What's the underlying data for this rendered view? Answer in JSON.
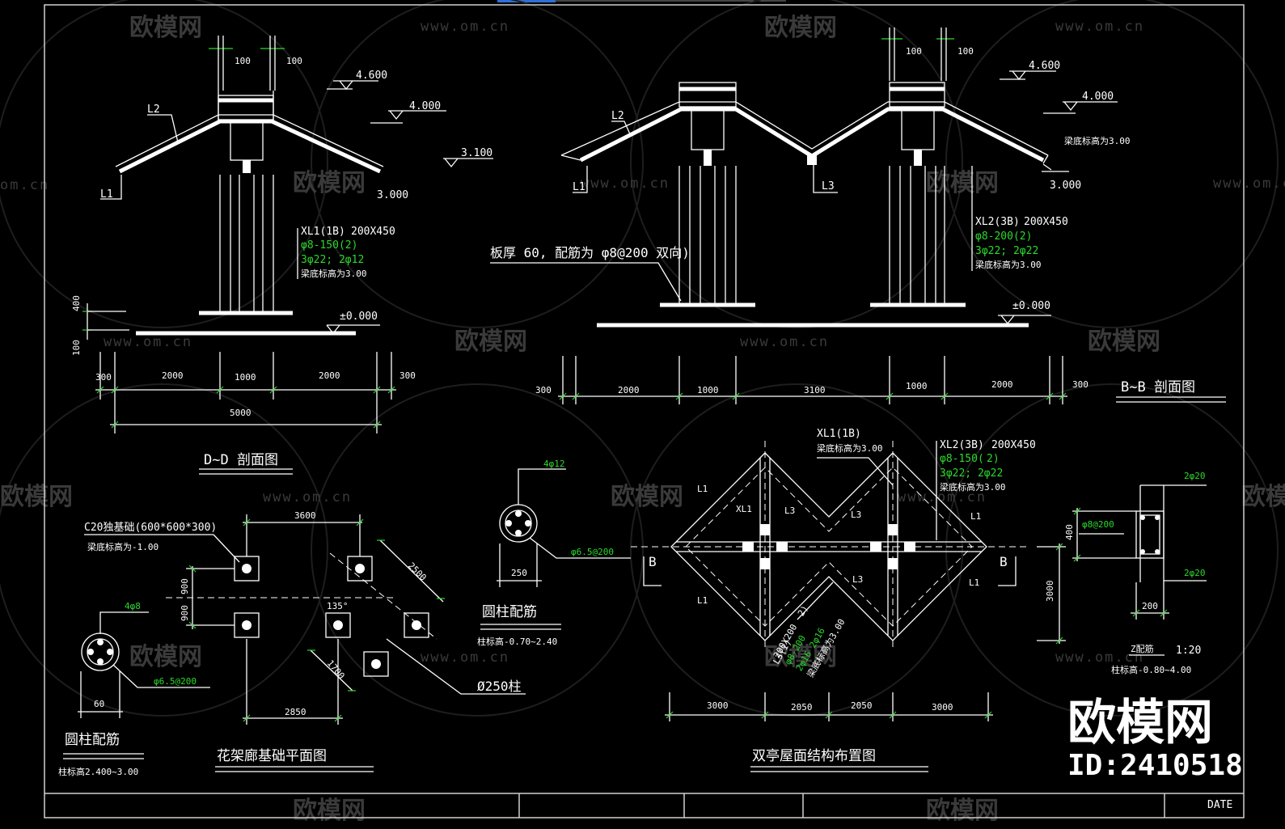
{
  "watermark": {
    "brand": "欧模网",
    "url": "www.om.cn",
    "url_partial": "om.cn"
  },
  "corner_logo": {
    "brand": "欧模网",
    "id": "ID:2410518"
  },
  "title_block": {
    "date_label": "DATE"
  },
  "section_dd": {
    "title": "D~D 剖面图",
    "dims_top": [
      "100",
      "100"
    ],
    "levels": [
      "4.600",
      "4.000",
      "3.100",
      "3.000",
      "±0.000"
    ],
    "labels": [
      "L2",
      "L1"
    ],
    "beam": [
      "XL1(1B)",
      "200X450"
    ],
    "beam_green": [
      "φ8-150(2)",
      "3φ22; 2φ12"
    ],
    "beam_note": "梁底标高为3.00",
    "side_dims": [
      "400",
      "100"
    ],
    "dims_bottom": [
      "300",
      "2000",
      "1000",
      "2000",
      "300"
    ],
    "total": "5000"
  },
  "section_bb": {
    "title": "B~B 剖面图",
    "dims_top": [
      "100",
      "100"
    ],
    "levels": [
      "4.600",
      "4.000",
      "3.000",
      "±0.000"
    ],
    "note_right": "梁底标高为3.00",
    "labels": [
      "L2",
      "L1",
      "L3"
    ],
    "slab_note": "板厚 60, 配筋为 φ8@200 双向)",
    "beam": [
      "XL2(3B)",
      "200X450"
    ],
    "beam_green": [
      "φ8-200(2)",
      "3φ22; 2φ22"
    ],
    "beam_note": "梁底标高为3.00",
    "dims_bottom": [
      "300",
      "2000",
      "1000",
      "3100",
      "1000",
      "2000",
      "300"
    ]
  },
  "foundation": {
    "title": "花架廊基础平面图",
    "footing": "C20独基础(600*600*300)",
    "footing_note": "梁底标高为-1.00",
    "dims": [
      "3600",
      "2500",
      "900",
      "900",
      "135°",
      "1700",
      "2850"
    ],
    "column": "Ø250柱"
  },
  "col_rebar_1": {
    "title": "圆柱配筋",
    "bars": "4φ8",
    "ties": "φ6.5@200",
    "dim": "60",
    "note": "柱标高2.400~3.00"
  },
  "col_rebar_2": {
    "title": "圆柱配筋",
    "bars": "4φ12",
    "ties": "φ6.5@200",
    "dim": "250",
    "note": "柱标高-0.70~2.40"
  },
  "roof_plan": {
    "title": "双亭屋面结构布置图",
    "beam1": [
      "XL1(1B)",
      "梁底标高为3.00"
    ],
    "beam2": [
      "XL2(3B)",
      "200X450"
    ],
    "beam2_green": [
      "φ8-150(",
      "2)",
      "3φ22; 2φ22"
    ],
    "beam2_note": "梁底标高为3.00",
    "labels": [
      "XL1",
      "L1",
      "L3",
      "B"
    ],
    "lower_beam": [
      "200X200",
      "2)",
      "φ8-200",
      "2φ16  2φ16",
      "梁底标高为3.00"
    ],
    "lower_label": "L3(1)",
    "dims": [
      "3000",
      "2050",
      "2050",
      "3000"
    ]
  },
  "z_section": {
    "bars_top": "2φ20",
    "ties": "φ8@200",
    "bars_bottom": "2φ20",
    "dims": [
      "400",
      "200",
      "3000"
    ],
    "title": "Z配筋",
    "scale": "1:20",
    "note": "柱标高-0.80~4.00"
  }
}
